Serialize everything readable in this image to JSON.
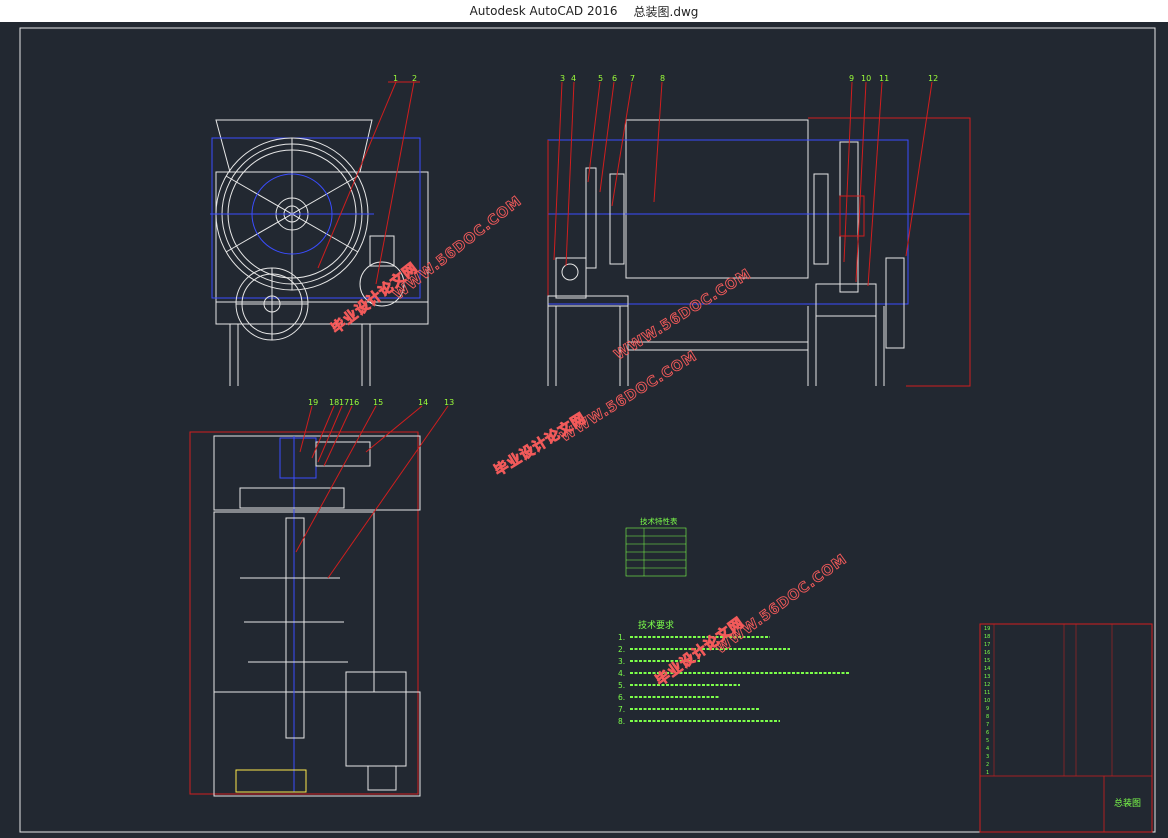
{
  "window": {
    "app_title": "Autodesk AutoCAD 2016",
    "file_name": "总装图.dwg"
  },
  "colors": {
    "background": "#222831",
    "lines_white": "#e6e6e6",
    "lines_blue": "#3a4dff",
    "lines_red": "#d01e1e",
    "labels_green": "#9cff3a",
    "watermark": "#f25a5a"
  },
  "part_labels": {
    "front_view": [
      "1",
      "2"
    ],
    "side_view": [
      "3",
      "4",
      "5",
      "6",
      "7",
      "8",
      "9",
      "10",
      "11",
      "12"
    ],
    "top_view": [
      "19",
      "18",
      "17",
      "16",
      "15",
      "14",
      "13"
    ]
  },
  "watermarks": {
    "url": "WWW.56DOC.COM",
    "cn": "毕业设计论文网"
  },
  "spec_table": {
    "title": "技术特性表"
  },
  "tech_requirements": {
    "title": "技术要求",
    "items": [
      "1.",
      "2.",
      "3.",
      "4.",
      "5.",
      "6.",
      "7.",
      "8."
    ]
  },
  "title_block": {
    "row_numbers": [
      "19",
      "18",
      "17",
      "16",
      "15",
      "14",
      "13",
      "12",
      "11",
      "10",
      "9",
      "8",
      "7",
      "6",
      "5",
      "4",
      "3",
      "2",
      "1"
    ],
    "drawing_name": "总装图"
  }
}
